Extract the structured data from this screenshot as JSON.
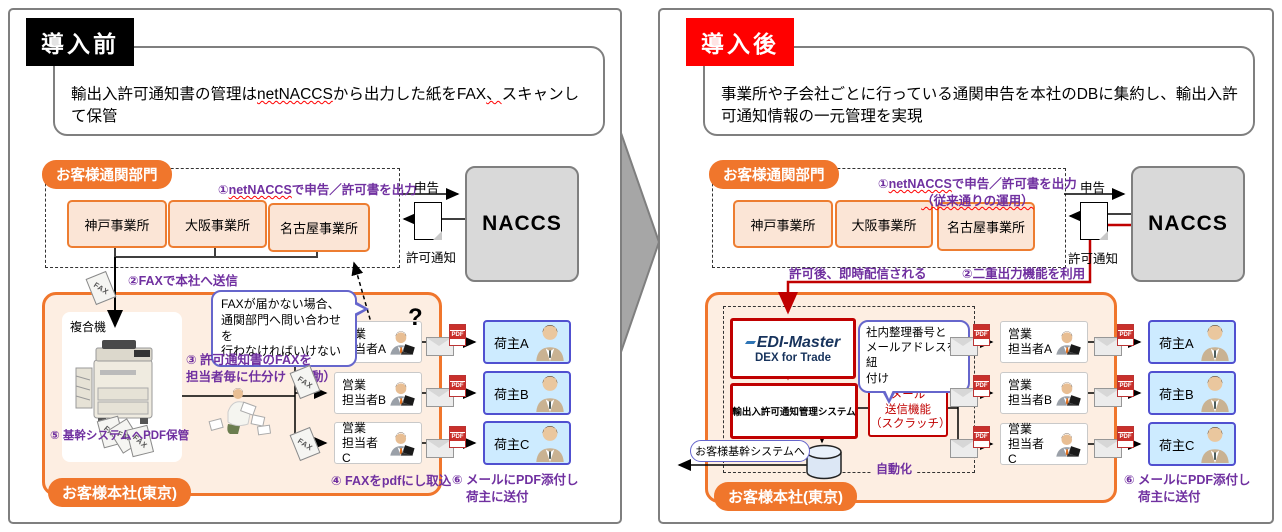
{
  "left": {
    "title": "導入前",
    "desc_a": "輸出入許可通知書の管理は",
    "desc_b": "netNACCS",
    "desc_c": "から出力した紙をFAX",
    "desc_d": "、",
    "desc_e": "スキャンして保管",
    "step1_a": "①",
    "step1_b": "netNACCS",
    "step1_c": "で申告／許可書を出力",
    "step2": "②FAXで本社へ送信",
    "printer_label": "複合機",
    "step5": "⑤ 基幹システムへPDF保管",
    "bubble_l1": "FAXが届かない場合、",
    "bubble_l2": "通関部門へ問い合わせを",
    "bubble_l3": "行わなければいけない",
    "step3_l1": "③ 許可通知書のFAXを",
    "step3_l2": "担当者毎に仕分け（手動）",
    "step4": "④ FAXをpdfにし取込",
    "step6_l1": "⑥ メールにPDF添付し",
    "step6_l2": "荷主に送付"
  },
  "right": {
    "title": "導入後",
    "desc": "事業所や子会社ごとに行っている通関申告を本社のDBに集約し、輸出入許可通知情報の一元管理を実現",
    "step1_a": "①",
    "step1_b": "netNACCS",
    "step1_c": "で申告／許可書を出力",
    "step1_l2": "（従来通りの運用）",
    "note_permit": "許可後、即時配信される",
    "step2": "②二重出力機能を利用",
    "edi_logo": "EDI-Master",
    "edi_sub": "DEX for Trade",
    "system_box": "輸出入許可通知管理システム",
    "mail_l1": "メール",
    "mail_l2": "送信機能",
    "mail_l3": "（スクラッチ）",
    "bubble_l1": "社内整理番号と",
    "bubble_l2": "メールアドレスを紐",
    "bubble_l3": "付け",
    "backbone": "お客様基幹システムへ",
    "automation": "自動化",
    "step6_l1": "⑥ メールにPDF添付し",
    "step6_l2": "荷主に送付"
  },
  "shared": {
    "customs_dept": "お客様通関部門",
    "hq": "お客様本社(東京)",
    "offices": [
      "神戸事業所",
      "大阪事業所",
      "名古屋事業所"
    ],
    "naccs": "NACCS",
    "apply": "申告",
    "permit": "許可通知",
    "sales_prefix": "営業",
    "sales": [
      "担当者A",
      "担当者B",
      "担当者C"
    ],
    "shippers": [
      "荷主A",
      "荷主B",
      "荷主C"
    ],
    "fax": "FAX",
    "pdf": "PDF",
    "question": "?"
  },
  "colors": {
    "orange_border": "#ED7D31",
    "badge_orange": "#F0762C",
    "before_badge": "#000000",
    "after_badge": "#FF0000",
    "purple": "#7030A0",
    "red_line": "#C00000",
    "naccs_gray": "#D9D9D9",
    "shipper_fill": "#CDEBFF",
    "shipper_border": "#5050D0",
    "bubble_border": "#6666CC",
    "hq_fill": "#FDEEE2"
  }
}
